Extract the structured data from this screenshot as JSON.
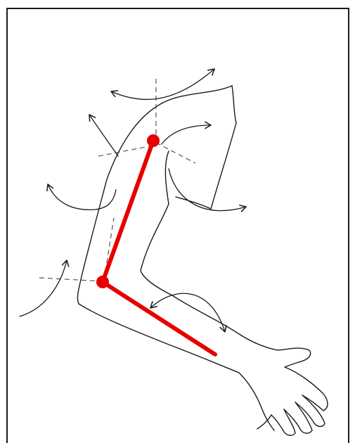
{
  "figure": {
    "subject": "arm-kinematic-diagram",
    "colors": {
      "outline": "#1a1a1a",
      "axis_dashes": "#555555",
      "segment": "#e60000",
      "joint": "#e60000",
      "background": "#ffffff"
    },
    "joints": [
      "shoulder",
      "elbow"
    ],
    "segments": [
      "upper-arm",
      "forearm"
    ],
    "icons": [
      "arrow-curved-icon"
    ]
  }
}
